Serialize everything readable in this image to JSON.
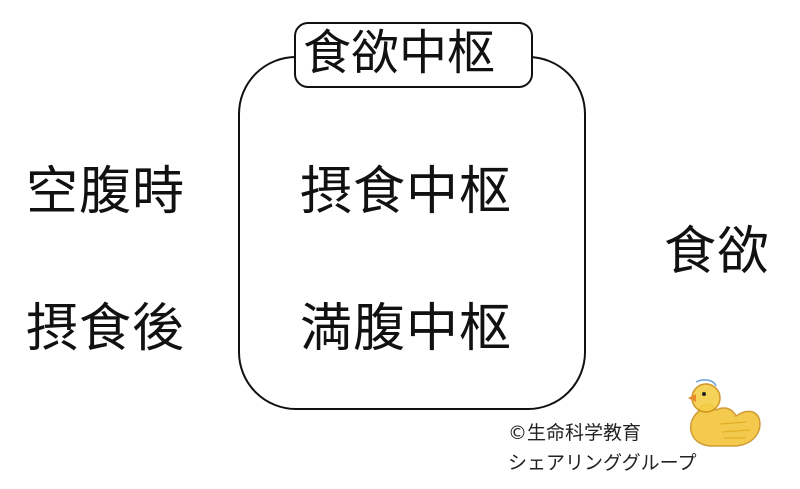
{
  "title": "食欲中枢",
  "left_labels": {
    "top": "空腹時",
    "bottom": "摂食後"
  },
  "inner_labels": {
    "top": "摂食中枢",
    "bottom": "満腹中枢"
  },
  "right_label": "食欲",
  "credit": {
    "line1": "©生命科学教育",
    "line2": "シェアリンググループ"
  },
  "mascot_icon": "duck-chick-icon",
  "colors": {
    "line": "#111111",
    "background": "#ffffff",
    "mascot": "#f2c12e"
  }
}
